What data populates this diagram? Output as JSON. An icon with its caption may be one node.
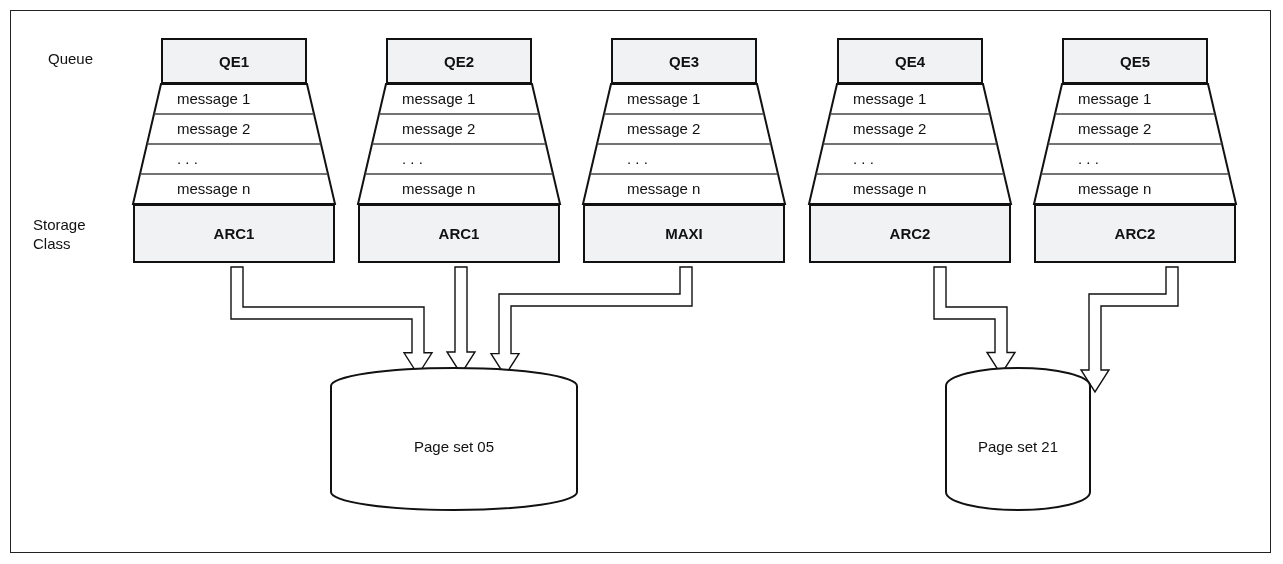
{
  "diagram": {
    "nodes": [
      {
        "text": [
          "QE1"
        ]
      },
      {
        "text": [
          "message 1",
          "message 2",
          ". . .",
          "message n"
        ]
      },
      {
        "text": [
          "ARC1"
        ]
      },
      {
        "text": [
          "QE2"
        ]
      },
      {
        "text": [
          "message 1",
          "message 2",
          ". . .",
          "message n"
        ]
      },
      {
        "text": [
          "ARC1"
        ]
      },
      {
        "text": [
          "QE3"
        ]
      },
      {
        "text": [
          "message 1",
          "message 2",
          ". . .",
          "message n"
        ]
      },
      {
        "text": [
          "MAXI"
        ]
      },
      {
        "text": [
          "QE4"
        ]
      },
      {
        "text": [
          "message 1",
          "message 2",
          ". . .",
          "message n"
        ]
      },
      {
        "text": [
          "ARC2"
        ]
      },
      {
        "text": [
          "QE5"
        ]
      },
      {
        "text": [
          "message 1",
          "message 2",
          ". . .",
          "message n"
        ]
      },
      {
        "text": [
          "ARC2"
        ]
      },
      {
        "text": [
          "Page set 05"
        ]
      },
      {
        "text": [
          "Page set 21"
        ]
      }
    ],
    "edges": [
      {
        "from": 2,
        "to": 15,
        "arrow": "to"
      },
      {
        "from": 5,
        "to": 15,
        "arrow": "to"
      },
      {
        "from": 8,
        "to": 15,
        "arrow": "to"
      },
      {
        "from": 11,
        "to": 16,
        "arrow": "to"
      },
      {
        "from": 14,
        "to": 16,
        "arrow": "to"
      }
    ],
    "labels": [
      "Queue",
      "Storage Class"
    ]
  }
}
